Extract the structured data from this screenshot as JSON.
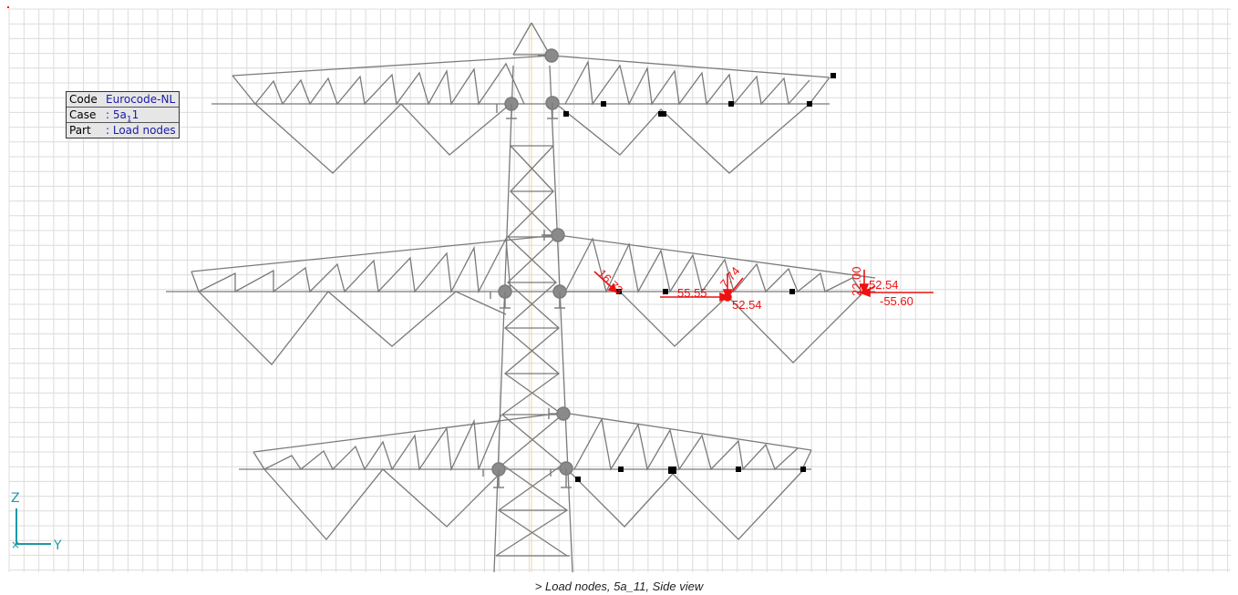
{
  "info_box": {
    "code_label": "Code",
    "code_value": "Eurocode-NL",
    "case_label": "Case",
    "case_prefix": ": 5a",
    "case_sub": "1",
    "case_suffix": "1",
    "part_label": "Part",
    "part_value": ": Load nodes"
  },
  "axes": {
    "z_label": "Z",
    "y_label": "Y"
  },
  "loads": {
    "l1": "16.73",
    "l2": "55.55",
    "l3": "7.74",
    "l4": "52.54",
    "l5": "22.00",
    "l6": "52.54",
    "l7": "-55.60"
  },
  "status": {
    "caption": "> Load nodes, 5a_11, Side view"
  },
  "colors": {
    "structure": "#7a7a7a",
    "load": "#ee1111",
    "grid": "#dcdcdc",
    "axis": "#1a9aa6"
  }
}
